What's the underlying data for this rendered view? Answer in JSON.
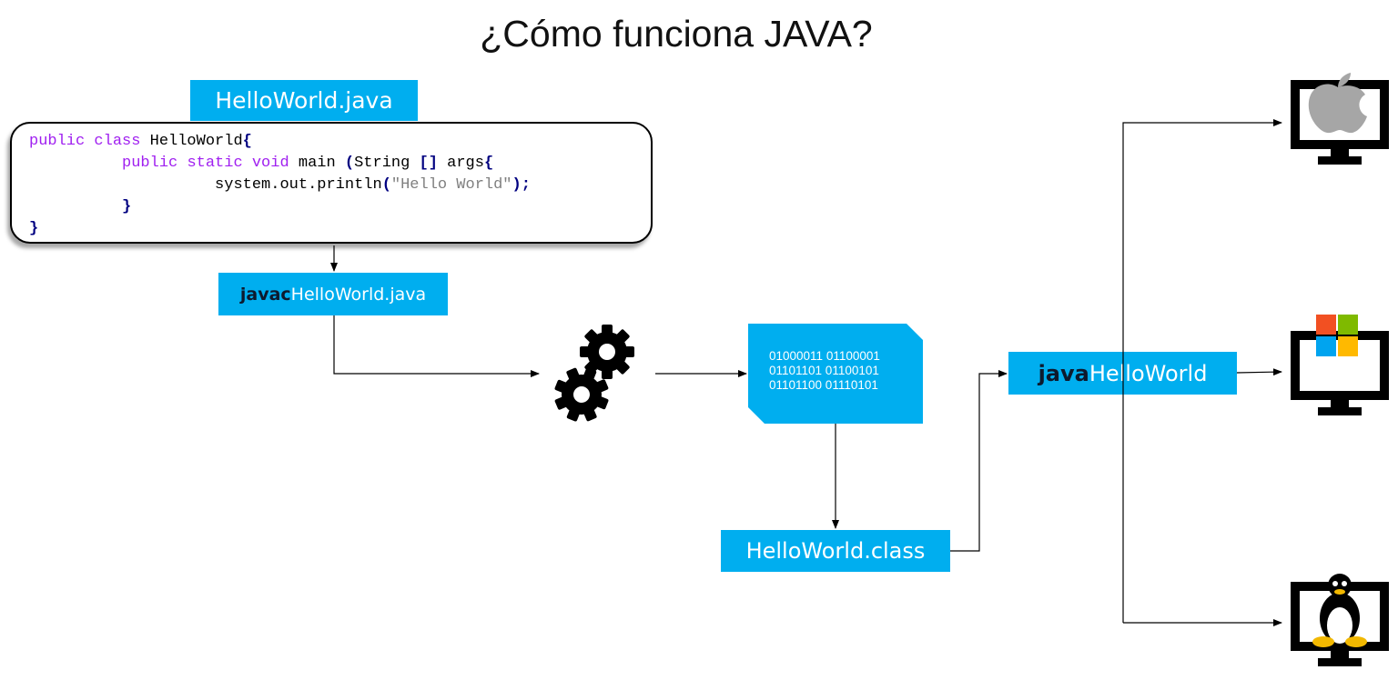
{
  "title": "¿Cómo funciona JAVA?",
  "source_file": {
    "label": "HelloWorld.java"
  },
  "code": {
    "line1": {
      "kw": "public class",
      "name": " HelloWorld",
      "brace": "{"
    },
    "line2": {
      "indent": "          ",
      "kw": "public static void",
      "name": " main ",
      "p1": "(",
      "type": "String ",
      "arr": "[]",
      "args": " args",
      "brace": "{"
    },
    "line3": {
      "indent": "                    ",
      "call": "system.out.println",
      "p1": "(",
      "str": "\"Hello World\"",
      "p2": ");"
    },
    "line4": {
      "indent": "          ",
      "brace": "}"
    },
    "line5": {
      "brace": "}"
    }
  },
  "compile_command": {
    "cmd": "javac",
    "arg": " HelloWorld.java"
  },
  "compiler": {
    "icon": "gears-icon"
  },
  "bytecode": {
    "lines": [
      "01000011 01100001",
      "01101101 01100101",
      "01101100 01110101"
    ]
  },
  "class_file": {
    "label": "HelloWorld.class"
  },
  "run_command": {
    "cmd": "java",
    "arg": " HelloWorld"
  },
  "platforms": [
    {
      "name": "mac",
      "icon": "apple-monitor-icon"
    },
    {
      "name": "windows",
      "icon": "windows-monitor-icon"
    },
    {
      "name": "linux",
      "icon": "linux-monitor-icon"
    }
  ],
  "colors": {
    "accent": "#00aeef",
    "dark_text": "#0d1a2e",
    "keyword": "#a020f0",
    "bracket": "#000080",
    "string": "#808080"
  }
}
